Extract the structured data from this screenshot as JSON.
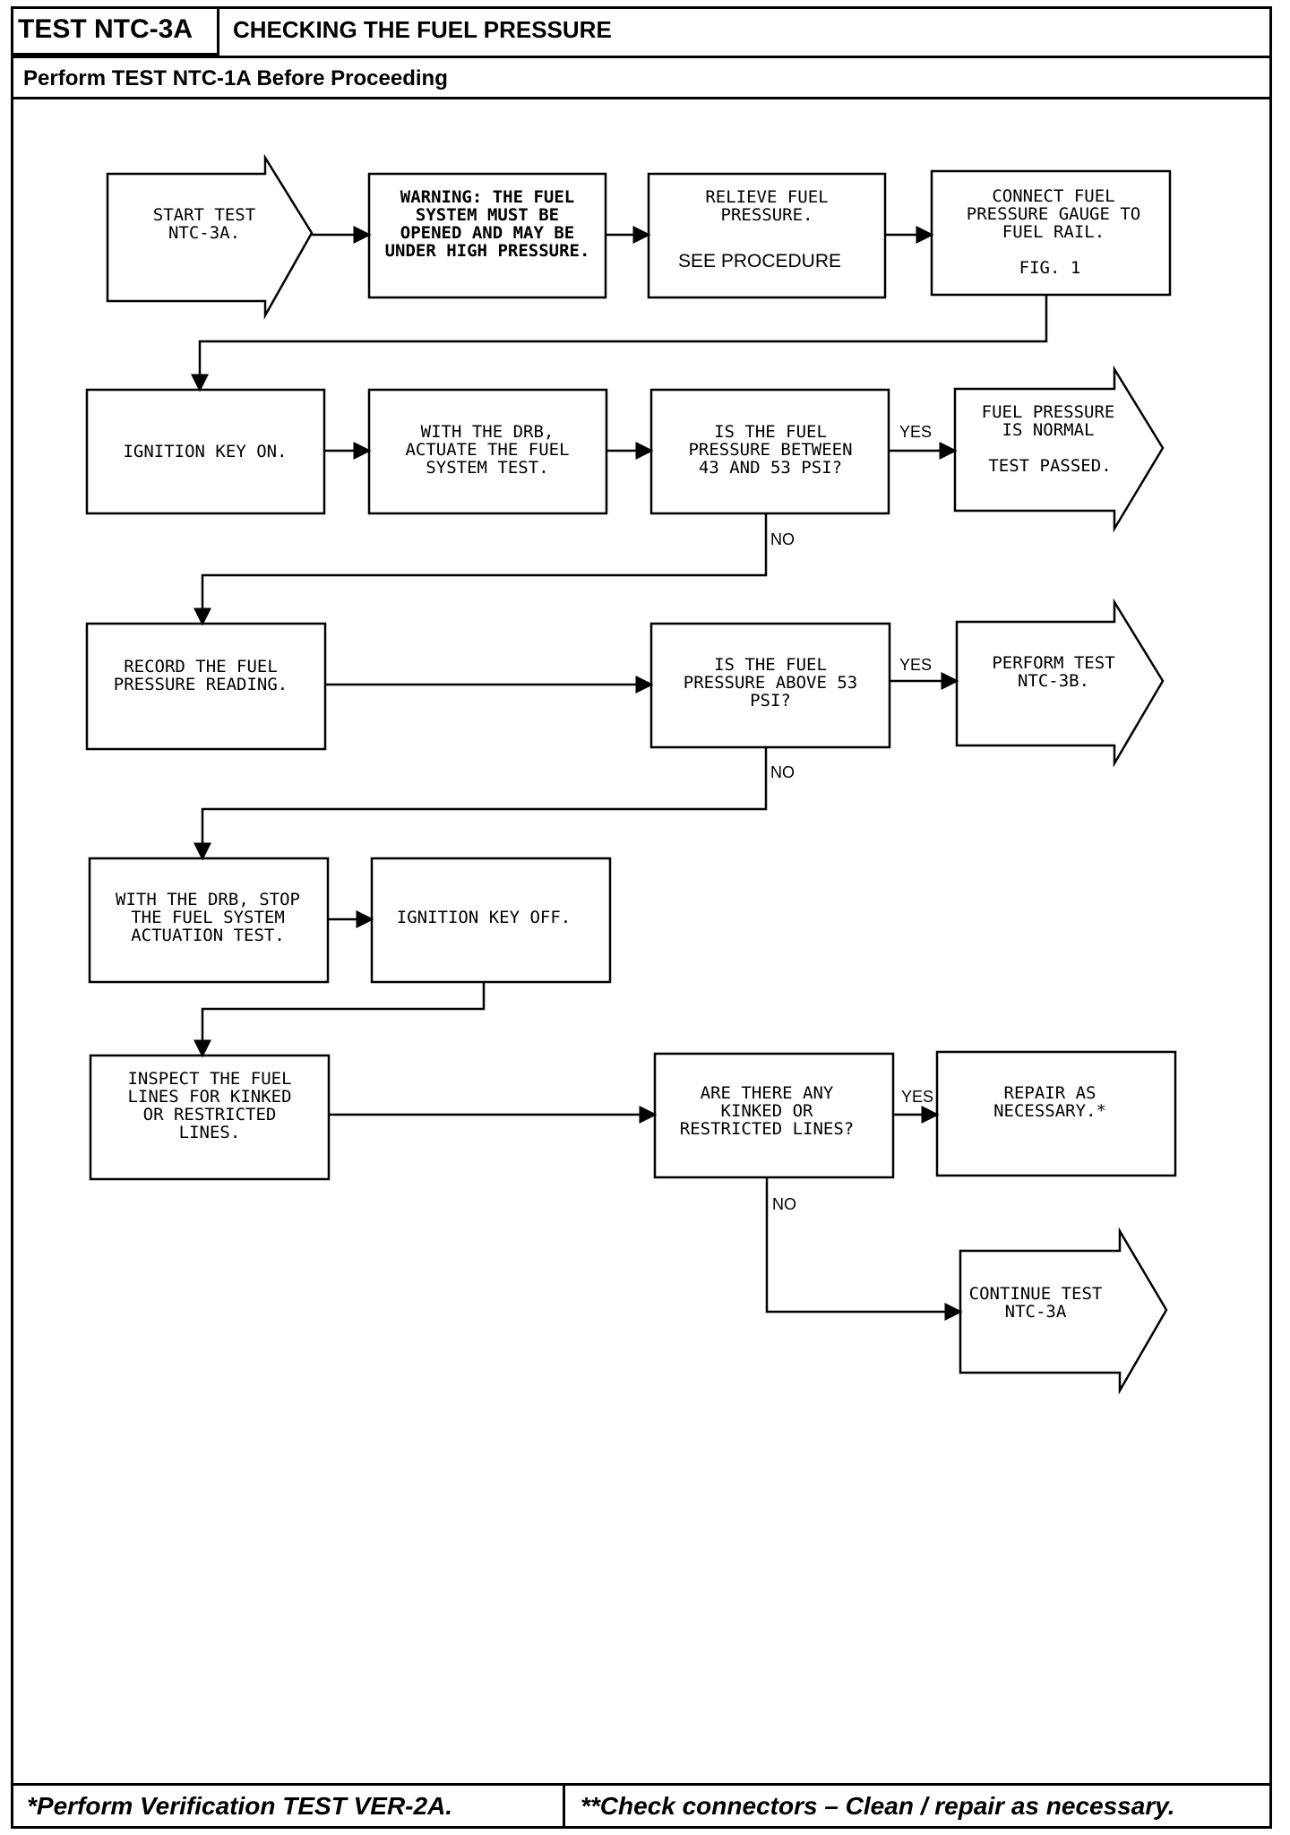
{
  "header": {
    "test_id": "TEST NTC-3A",
    "title": "CHECKING THE FUEL PRESSURE",
    "prerequisite": "Perform TEST NTC-1A Before Proceeding"
  },
  "footer": {
    "left_note": "*Perform Verification TEST VER-2A.",
    "right_note": "**Check connectors – Clean / repair as necessary."
  },
  "flow": {
    "start": [
      "START TEST",
      "NTC-3A."
    ],
    "warning": [
      "WARNING:  THE FUEL",
      "SYSTEM MUST BE",
      "OPENED AND MAY BE",
      "UNDER HIGH PRESSURE."
    ],
    "relieve": [
      "RELIEVE FUEL",
      "PRESSURE."
    ],
    "relieve_sub": "SEE  PROCEDURE",
    "gauge": [
      "CONNECT FUEL",
      "PRESSURE GAUGE TO",
      "FUEL RAIL."
    ],
    "gauge_sub": "FIG. 1",
    "key_on": [
      "IGNITION KEY ON."
    ],
    "actuate": [
      "WITH THE DRB,",
      "ACTUATE THE FUEL",
      "SYSTEM TEST."
    ],
    "q_between": [
      "IS THE FUEL",
      "PRESSURE BETWEEN",
      "43 AND 53 PSI?"
    ],
    "passed": [
      "FUEL PRESSURE",
      "IS NORMAL"
    ],
    "passed_sub": "TEST PASSED.",
    "record": [
      "RECORD THE FUEL",
      "PRESSURE READING."
    ],
    "q_above": [
      "IS THE FUEL",
      "PRESSURE ABOVE 53",
      "PSI?"
    ],
    "perform_3b": [
      "PERFORM TEST",
      "NTC-3B."
    ],
    "stop": [
      "WITH THE DRB, STOP",
      "THE FUEL SYSTEM",
      "ACTUATION TEST."
    ],
    "key_off": [
      "IGNITION KEY OFF."
    ],
    "inspect": [
      "INSPECT THE FUEL",
      "LINES FOR KINKED",
      "OR RESTRICTED",
      "LINES."
    ],
    "q_kinked": [
      "ARE THERE ANY",
      "KINKED OR",
      "RESTRICTED LINES?"
    ],
    "repair": [
      "REPAIR AS",
      "NECESSARY.*"
    ],
    "continue": [
      "CONTINUE TEST",
      "NTC-3A"
    ],
    "yes": "YES",
    "no": "NO"
  }
}
